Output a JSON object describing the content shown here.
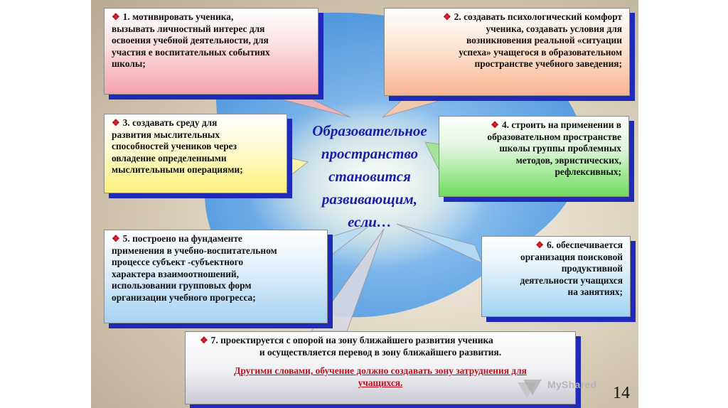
{
  "slide": {
    "center_title": [
      "Образовательное",
      "пространство",
      "становится",
      "развивающим,",
      "если…"
    ],
    "boxes": [
      {
        "num": "1.",
        "lines": [
          "мотивировать ученика,",
          "вызывать личностный   интерес для",
          "освоения учебной деятельности, для",
          "участия е воспитательных событиях",
          "школы;"
        ]
      },
      {
        "num": "2.",
        "lines": [
          "создавать психологический комфорт",
          "ученика, создавать условия для",
          "возникновения реальной «ситуации",
          "успеха» учащегося в образовательном",
          "пространстве учебного заведения;"
        ]
      },
      {
        "num": "3.",
        "lines": [
          "создавать среду для",
          "развития мыслительных",
          "способностей учеников через",
          "овладение определенными",
          "мыслительными операциями;"
        ]
      },
      {
        "num": "4.",
        "lines": [
          "строить на применении в",
          "образовательном пространстве",
          "школы группы проблемных",
          "методов, эвристических,",
          "рефлексивных;"
        ]
      },
      {
        "num": "5.",
        "lines": [
          "построено на фундаменте",
          "применения в учебно-воспитательном",
          "процессе субъект -субъектного",
          "характера взаимоотношений,",
          "использовании групповых форм",
          "организации учебного прогресса;"
        ]
      },
      {
        "num": "6.",
        "lines": [
          "обеспечивается",
          "организация поисковой",
          "продуктивной",
          "деятельности учащихся",
          "на занятиях;"
        ]
      },
      {
        "num": "7.",
        "lines": [
          "проектируется   с опорой на зону ближайшего развития ученика",
          "и осуществляется   перевод в зону ближайшего развития."
        ],
        "red_lines": [
          "Другими словами, обучение должно создавать зону затруднения для",
          "учащихся."
        ]
      }
    ],
    "bullet_symbol": "❖",
    "page_number": "14",
    "watermark": "MyShared",
    "colors": {
      "accent_red": "#c0101f",
      "title_blue": "#1a1fa8",
      "shadow_blue": "#1f2bb8",
      "blob_blue": "#3d8fe0"
    }
  }
}
